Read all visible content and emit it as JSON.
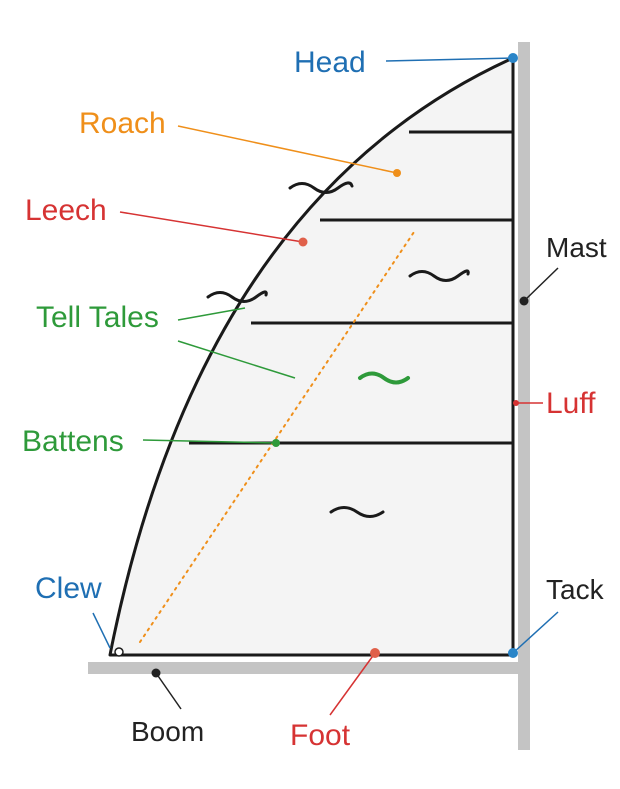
{
  "labels": {
    "head": {
      "text": "Head",
      "color": "#1f6fb3"
    },
    "roach": {
      "text": "Roach",
      "color": "#ef8f1a"
    },
    "leech": {
      "text": "Leech",
      "color": "#d63333"
    },
    "mast": {
      "text": "Mast",
      "color": "#222222"
    },
    "tell_tales": {
      "text": "Tell Tales",
      "color": "#2e9a3a"
    },
    "luff": {
      "text": "Luff",
      "color": "#d63333"
    },
    "battens": {
      "text": "Battens",
      "color": "#2e9a3a"
    },
    "clew": {
      "text": "Clew",
      "color": "#1f6fb3"
    },
    "tack": {
      "text": "Tack",
      "color": "#222222"
    },
    "boom": {
      "text": "Boom",
      "color": "#222222"
    },
    "foot": {
      "text": "Foot",
      "color": "#d63333"
    }
  },
  "colors": {
    "sail_fill": "#f4f4f4",
    "outline": "#1a1a1a",
    "spar": "#c4c4c4",
    "diagonal": "#ef8f1a"
  }
}
